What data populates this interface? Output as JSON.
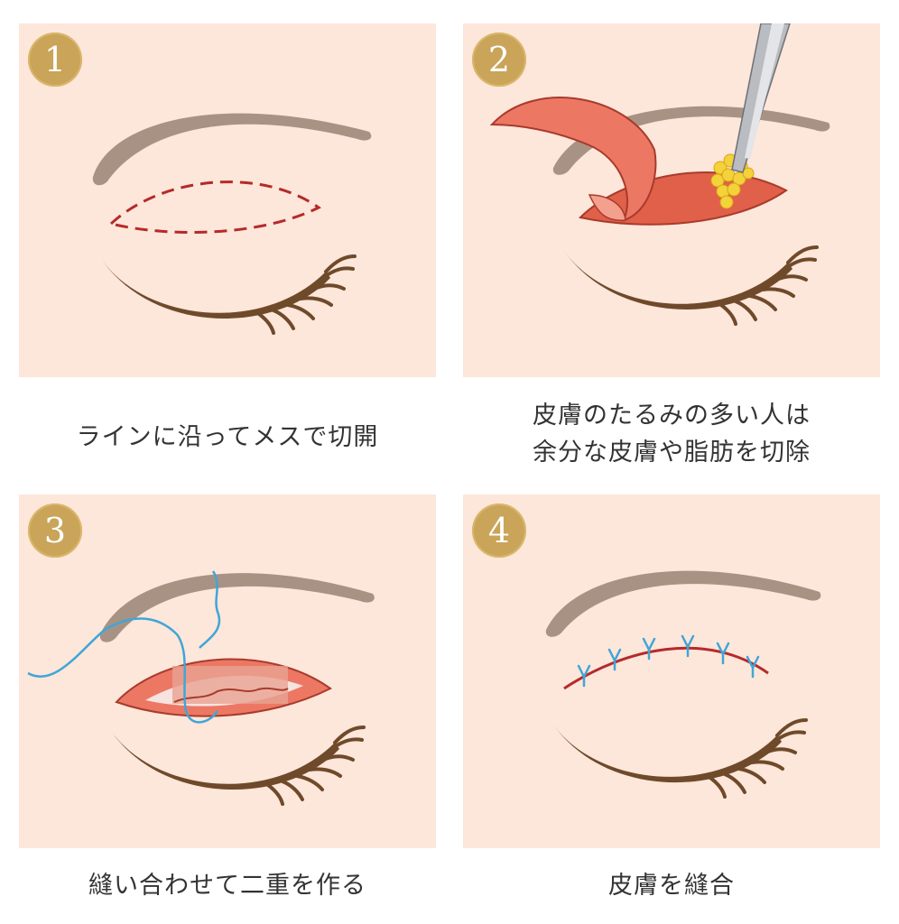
{
  "steps": [
    {
      "number": "1",
      "caption": "ラインに沿ってメスで切開"
    },
    {
      "number": "2",
      "caption_line1": "皮膚のたるみの多い人は",
      "caption_line2": "余分な皮膚や脂肪を切除"
    },
    {
      "number": "3",
      "caption": "縫い合わせて二重を作る"
    },
    {
      "number": "4",
      "caption": "皮膚を縫合"
    }
  ],
  "colors": {
    "panel_bg": "#fde6da",
    "badge": "#c9a459",
    "eyebrow": "#a89283",
    "eyelash": "#6e4a2a",
    "incision": "#b52a2a",
    "skin_flap": "#ec7864",
    "thread": "#3fa6d8",
    "fat": "#f3d23a"
  }
}
